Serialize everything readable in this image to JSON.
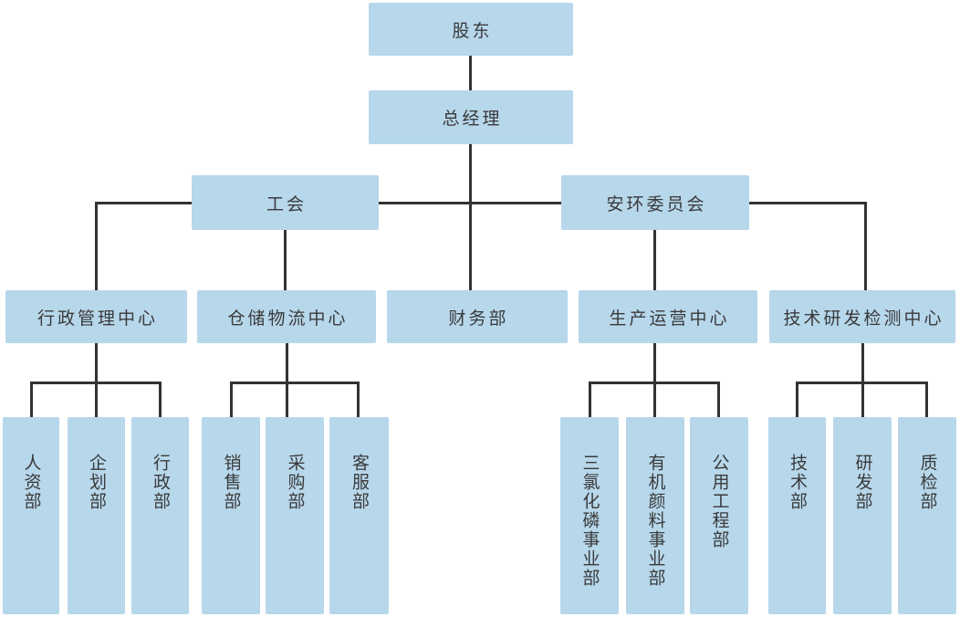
{
  "chart_type": "org-chart",
  "colors": {
    "node_fill": "#b7d7eb",
    "connector": "#333333",
    "text": "#3a3a3a",
    "background": "#ffffff"
  },
  "nodes": {
    "shareholders": {
      "label": "股东",
      "level": 1
    },
    "general_manager": {
      "label": "总经理",
      "level": 2
    },
    "labor_union": {
      "label": "工会",
      "level": 3
    },
    "safety_env_committee": {
      "label": "安环委员会",
      "level": 3
    },
    "admin_mgmt_center": {
      "label": "行政管理中心",
      "level": 4
    },
    "warehouse_logistics_center": {
      "label": "仓储物流中心",
      "level": 4
    },
    "finance_dept": {
      "label": "财务部",
      "level": 4
    },
    "production_ops_center": {
      "label": "生产运营中心",
      "level": 4
    },
    "tech_rd_testing_center": {
      "label": "技术研发检测中心",
      "level": 4
    },
    "hr_dept": {
      "label": "人资部",
      "level": 5
    },
    "planning_dept": {
      "label": "企划部",
      "level": 5
    },
    "admin_dept": {
      "label": "行政部",
      "level": 5
    },
    "sales_dept": {
      "label": "销售部",
      "level": 5
    },
    "purchasing_dept": {
      "label": "采购部",
      "level": 5
    },
    "customer_service_dept": {
      "label": "客服部",
      "level": 5
    },
    "phosphorus_trichloride_bu": {
      "label": "三氯化磷事业部",
      "level": 5
    },
    "organic_pigment_bu": {
      "label": "有机颜料事业部",
      "level": 5
    },
    "utilities_engineering_dept": {
      "label": "公用工程部",
      "level": 5
    },
    "technology_dept": {
      "label": "技术部",
      "level": 5
    },
    "rd_dept": {
      "label": "研发部",
      "level": 5
    },
    "quality_inspection_dept": {
      "label": "质检部",
      "level": 5
    }
  },
  "hierarchy": [
    {
      "parent": "股东",
      "children": [
        "总经理"
      ]
    },
    {
      "parent": "总经理",
      "children": [
        "工会",
        "安环委员会",
        "行政管理中心",
        "仓储物流中心",
        "财务部",
        "生产运营中心",
        "技术研发检测中心"
      ]
    },
    {
      "parent": "行政管理中心",
      "children": [
        "人资部",
        "企划部",
        "行政部"
      ]
    },
    {
      "parent": "仓储物流中心",
      "children": [
        "销售部",
        "采购部",
        "客服部"
      ]
    },
    {
      "parent": "生产运营中心",
      "children": [
        "三氯化磷事业部",
        "有机颜料事业部",
        "公用工程部"
      ]
    },
    {
      "parent": "技术研发检测中心",
      "children": [
        "技术部",
        "研发部",
        "质检部"
      ]
    }
  ]
}
